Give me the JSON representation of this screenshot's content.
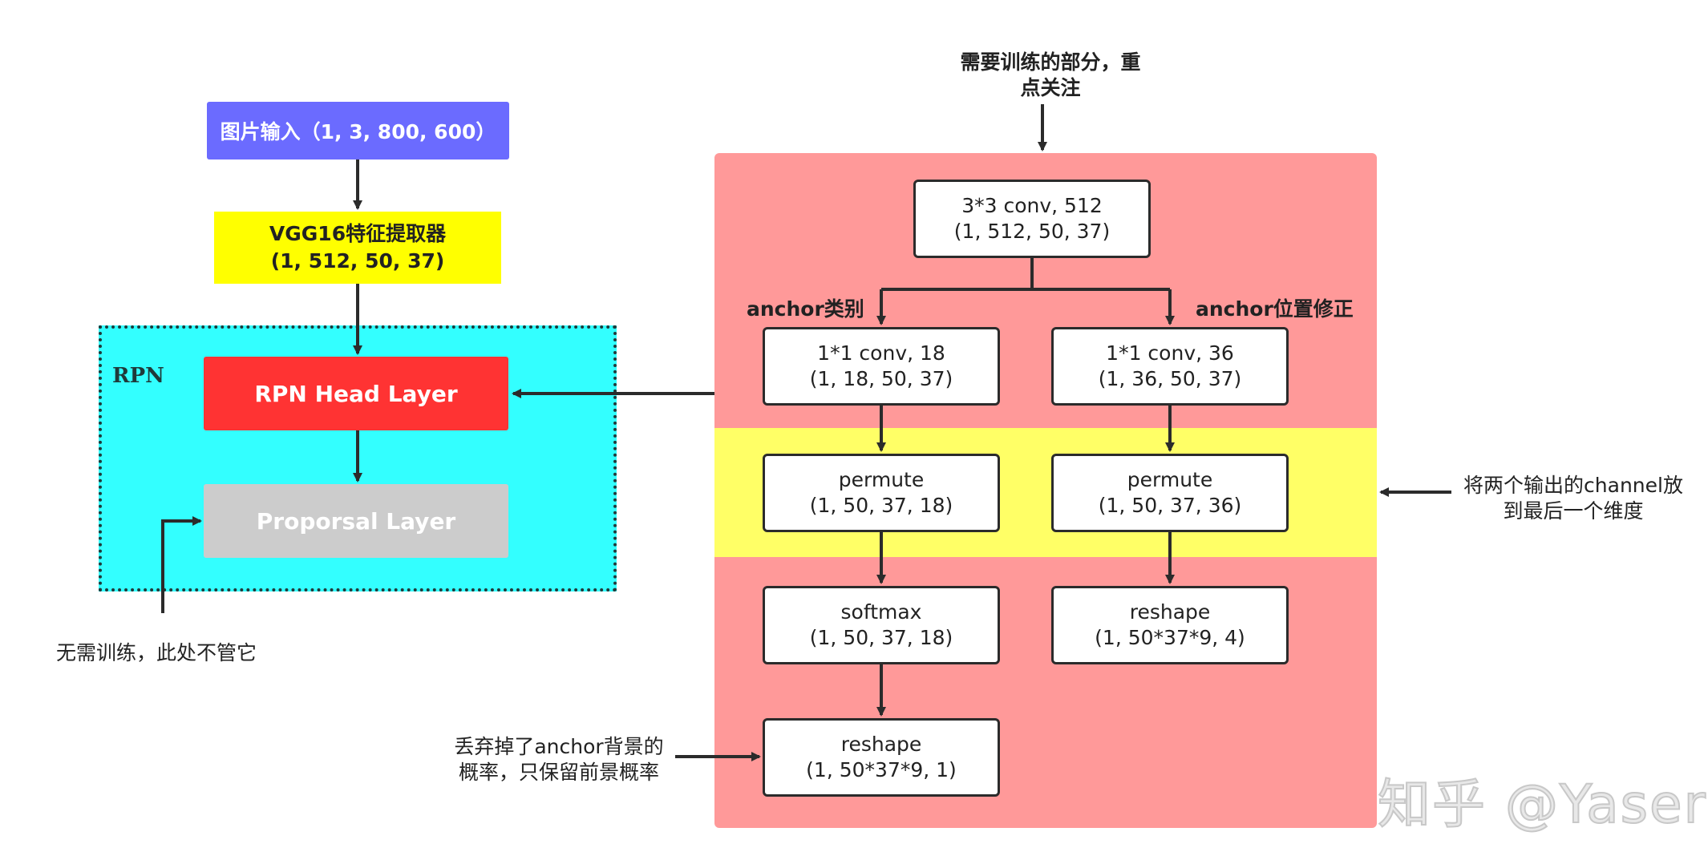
{
  "left": {
    "input_box": "图片输入（1, 3, 800, 600）",
    "vgg_line1": "VGG16特征提取器",
    "vgg_line2": "(1, 512, 50, 37)",
    "rpn_label": "RPN",
    "rpn_head": "RPN Head Layer",
    "proposal": "Proporsal Layer",
    "no_train_note": "无需训练，此处不管它"
  },
  "right": {
    "focus_note_line1": "需要训练的部分，重",
    "focus_note_line2": "点关注",
    "conv3": {
      "line1": "3*3 conv, 512",
      "line2": "(1, 512, 50, 37)"
    },
    "anchor_cls_label": "anchor类别",
    "anchor_pos_label": "anchor位置修正",
    "cls_conv": {
      "line1": "1*1 conv, 18",
      "line2": "(1, 18, 50, 37)"
    },
    "reg_conv": {
      "line1": "1*1 conv, 36",
      "line2": "(1, 36, 50, 37)"
    },
    "cls_permute": {
      "line1": "permute",
      "line2": "(1, 50, 37, 18)"
    },
    "reg_permute": {
      "line1": "permute",
      "line2": "(1, 50, 37, 36)"
    },
    "cls_softmax": {
      "line1": "softmax",
      "line2": "(1, 50, 37, 18)"
    },
    "reg_reshape": {
      "line1": "reshape",
      "line2": "(1, 50*37*9, 4)"
    },
    "cls_reshape": {
      "line1": "reshape",
      "line2": "(1, 50*37*9, 1)"
    },
    "permute_note_line1": "将两个输出的channel放",
    "permute_note_line2": "到最后一个维度",
    "discard_note_line1": "丢弃掉了anchor背景的",
    "discard_note_line2": "概率，只保留前景概率"
  },
  "watermark": "知乎 @Yaser",
  "colors": {
    "input_blue": "#6b6bff",
    "vgg_yellow": "#ffff00",
    "rpn_cyan": "#33ffff",
    "rpn_head_red": "#ff3333",
    "proposal_gray": "#cccccc",
    "panel_pink": "#ff9999",
    "band_yellow": "#ffff66"
  }
}
